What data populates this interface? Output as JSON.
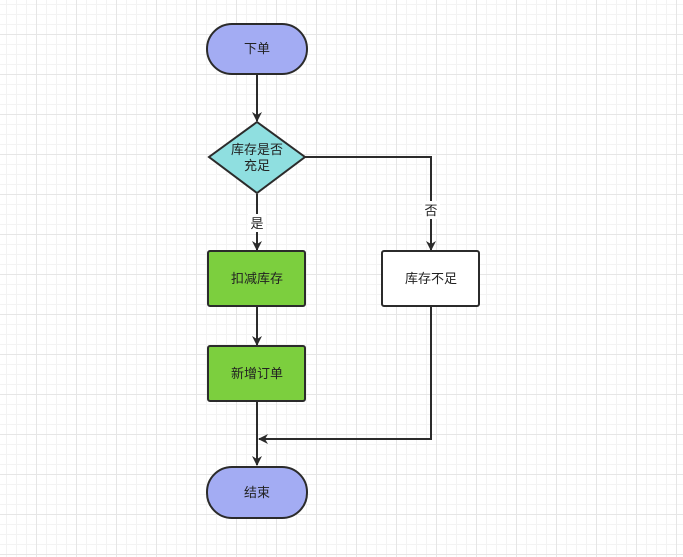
{
  "nodes": {
    "start": {
      "label": "下单",
      "fill": "#a3acf3"
    },
    "check": {
      "label_line1": "库存是否",
      "label_line2": "充足",
      "fill": "#8fdfe0"
    },
    "deduct": {
      "label": "扣减库存",
      "fill": "#7ccf3e"
    },
    "create": {
      "label": "新增订单",
      "fill": "#7ccf3e"
    },
    "insufficient": {
      "label": "库存不足",
      "fill": "#ffffff"
    },
    "end": {
      "label": "结束",
      "fill": "#a3acf3"
    }
  },
  "edges": {
    "yes_label": "是",
    "no_label": "否"
  },
  "colors": {
    "stroke": "#2b2b2b"
  }
}
